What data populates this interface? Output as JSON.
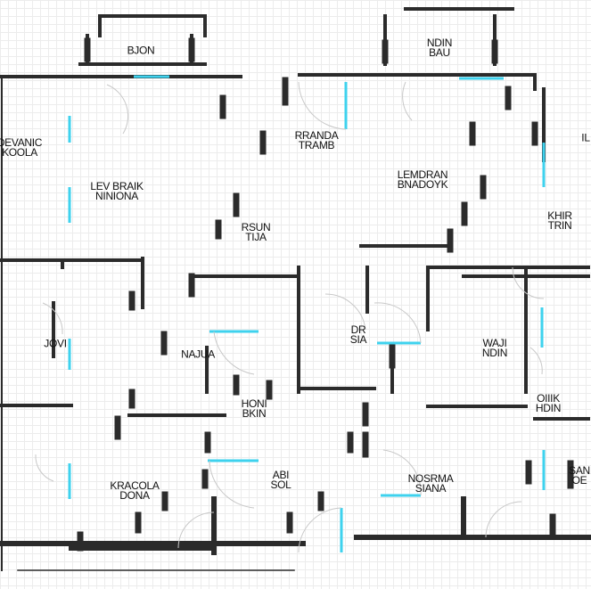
{
  "plan": {
    "colors": {
      "wall": "#2b2b2b",
      "door": "#3ed2ee",
      "grid": "#ececec",
      "label": "#111111"
    },
    "rooms": [
      {
        "id": "top-left",
        "line1": "BJON",
        "line2": ""
      },
      {
        "id": "top-right",
        "line1": "NDIN",
        "line2": "BAU"
      },
      {
        "id": "left-1",
        "line1": "DEVANIC",
        "line2": "KOOLA"
      },
      {
        "id": "left-2",
        "line1": "LEV BRAIK",
        "line2": "NINIONA"
      },
      {
        "id": "center-1",
        "line1": "RRANDA",
        "line2": "TRAMB"
      },
      {
        "id": "center-2",
        "line1": "LEMDRAN",
        "line2": "BNADOYK"
      },
      {
        "id": "right-1",
        "line1": "KHIR",
        "line2": "TRIN"
      },
      {
        "id": "center-3",
        "line1": "RSUN",
        "line2": "TIJA"
      },
      {
        "id": "right-edge",
        "line1": "IL",
        "line2": ""
      },
      {
        "id": "mid-1",
        "line1": "DR",
        "line2": "SIA"
      },
      {
        "id": "mid-2",
        "line1": "WAJI",
        "line2": "NDIN"
      },
      {
        "id": "mid-3",
        "line1": "JOVI",
        "line2": ""
      },
      {
        "id": "mid-4",
        "line1": "NAJUA",
        "line2": ""
      },
      {
        "id": "lower-1",
        "line1": "HONI",
        "line2": "BKIN"
      },
      {
        "id": "lower-2",
        "line1": "OIIIK",
        "line2": "HDIN"
      },
      {
        "id": "bottom-1",
        "line1": "KRACOLA",
        "line2": "DONA"
      },
      {
        "id": "bottom-2",
        "line1": "ABI",
        "line2": "SOL"
      },
      {
        "id": "bottom-3",
        "line1": "NOSRMA",
        "line2": "SIANA"
      },
      {
        "id": "bottom-4",
        "line1": "SAN",
        "line2": "OE"
      }
    ]
  }
}
